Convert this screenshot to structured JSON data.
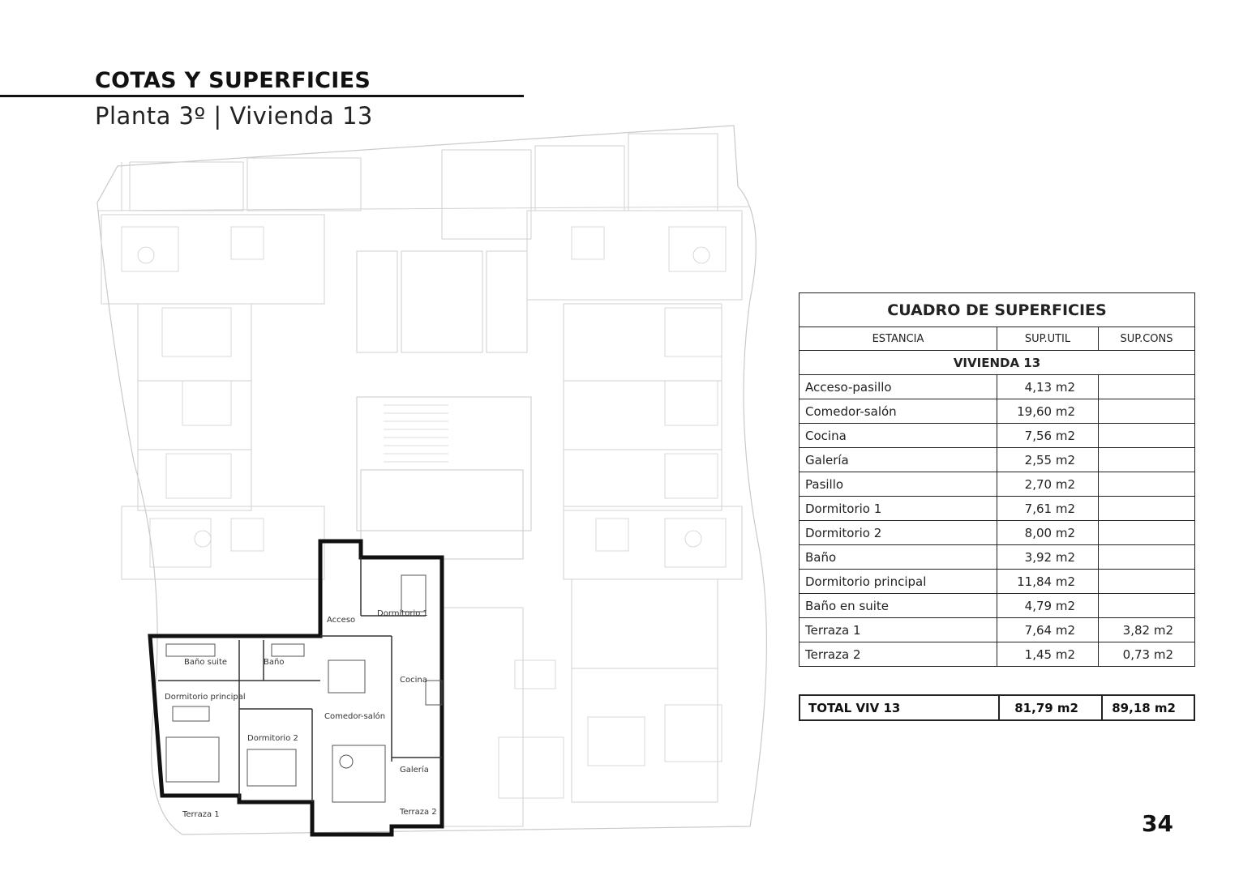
{
  "header": {
    "title": "COTAS Y SUPERFICIES",
    "subtitle": "Planta 3º | Vivienda 13"
  },
  "plan": {
    "labels": {
      "acceso": "Acceso",
      "dormitorio_1": "Dormitorio 1",
      "bano_suite": "Baño suite",
      "bano": "Baño",
      "cocina": "Cocina",
      "dormitorio_principal": "Dormitorio principal",
      "comedor_salon": "Comedor-salón",
      "dormitorio_2": "Dormitorio 2",
      "galeria": "Galería",
      "terraza_1": "Terraza 1",
      "terraza_2": "Terraza 2"
    }
  },
  "table": {
    "title": "CUADRO DE SUPERFICIES",
    "col_estancia": "ESTANCIA",
    "col_util": "SUP.UTIL",
    "col_cons": "SUP.CONS",
    "section": "VIVIENDA 13",
    "rows": [
      {
        "name": "Acceso-pasillo",
        "util": "4,13 m2",
        "cons": ""
      },
      {
        "name": "Comedor-salón",
        "util": "19,60 m2",
        "cons": ""
      },
      {
        "name": "Cocina",
        "util": "7,56 m2",
        "cons": ""
      },
      {
        "name": "Galería",
        "util": "2,55 m2",
        "cons": ""
      },
      {
        "name": "Pasillo",
        "util": "2,70 m2",
        "cons": ""
      },
      {
        "name": "Dormitorio 1",
        "util": "7,61 m2",
        "cons": ""
      },
      {
        "name": "Dormitorio 2",
        "util": "8,00 m2",
        "cons": ""
      },
      {
        "name": "Baño",
        "util": "3,92 m2",
        "cons": ""
      },
      {
        "name": "Dormitorio principal",
        "util": "11,84 m2",
        "cons": ""
      },
      {
        "name": "Baño en suite",
        "util": "4,79 m2",
        "cons": ""
      },
      {
        "name": "Terraza 1",
        "util": "7,64 m2",
        "cons": "3,82 m2"
      },
      {
        "name": "Terraza 2",
        "util": "1,45 m2",
        "cons": "0,73 m2"
      }
    ],
    "total": {
      "name": "TOTAL VIV 13",
      "util": "81,79 m2",
      "cons": "89,18 m2"
    }
  },
  "page_number": "34"
}
